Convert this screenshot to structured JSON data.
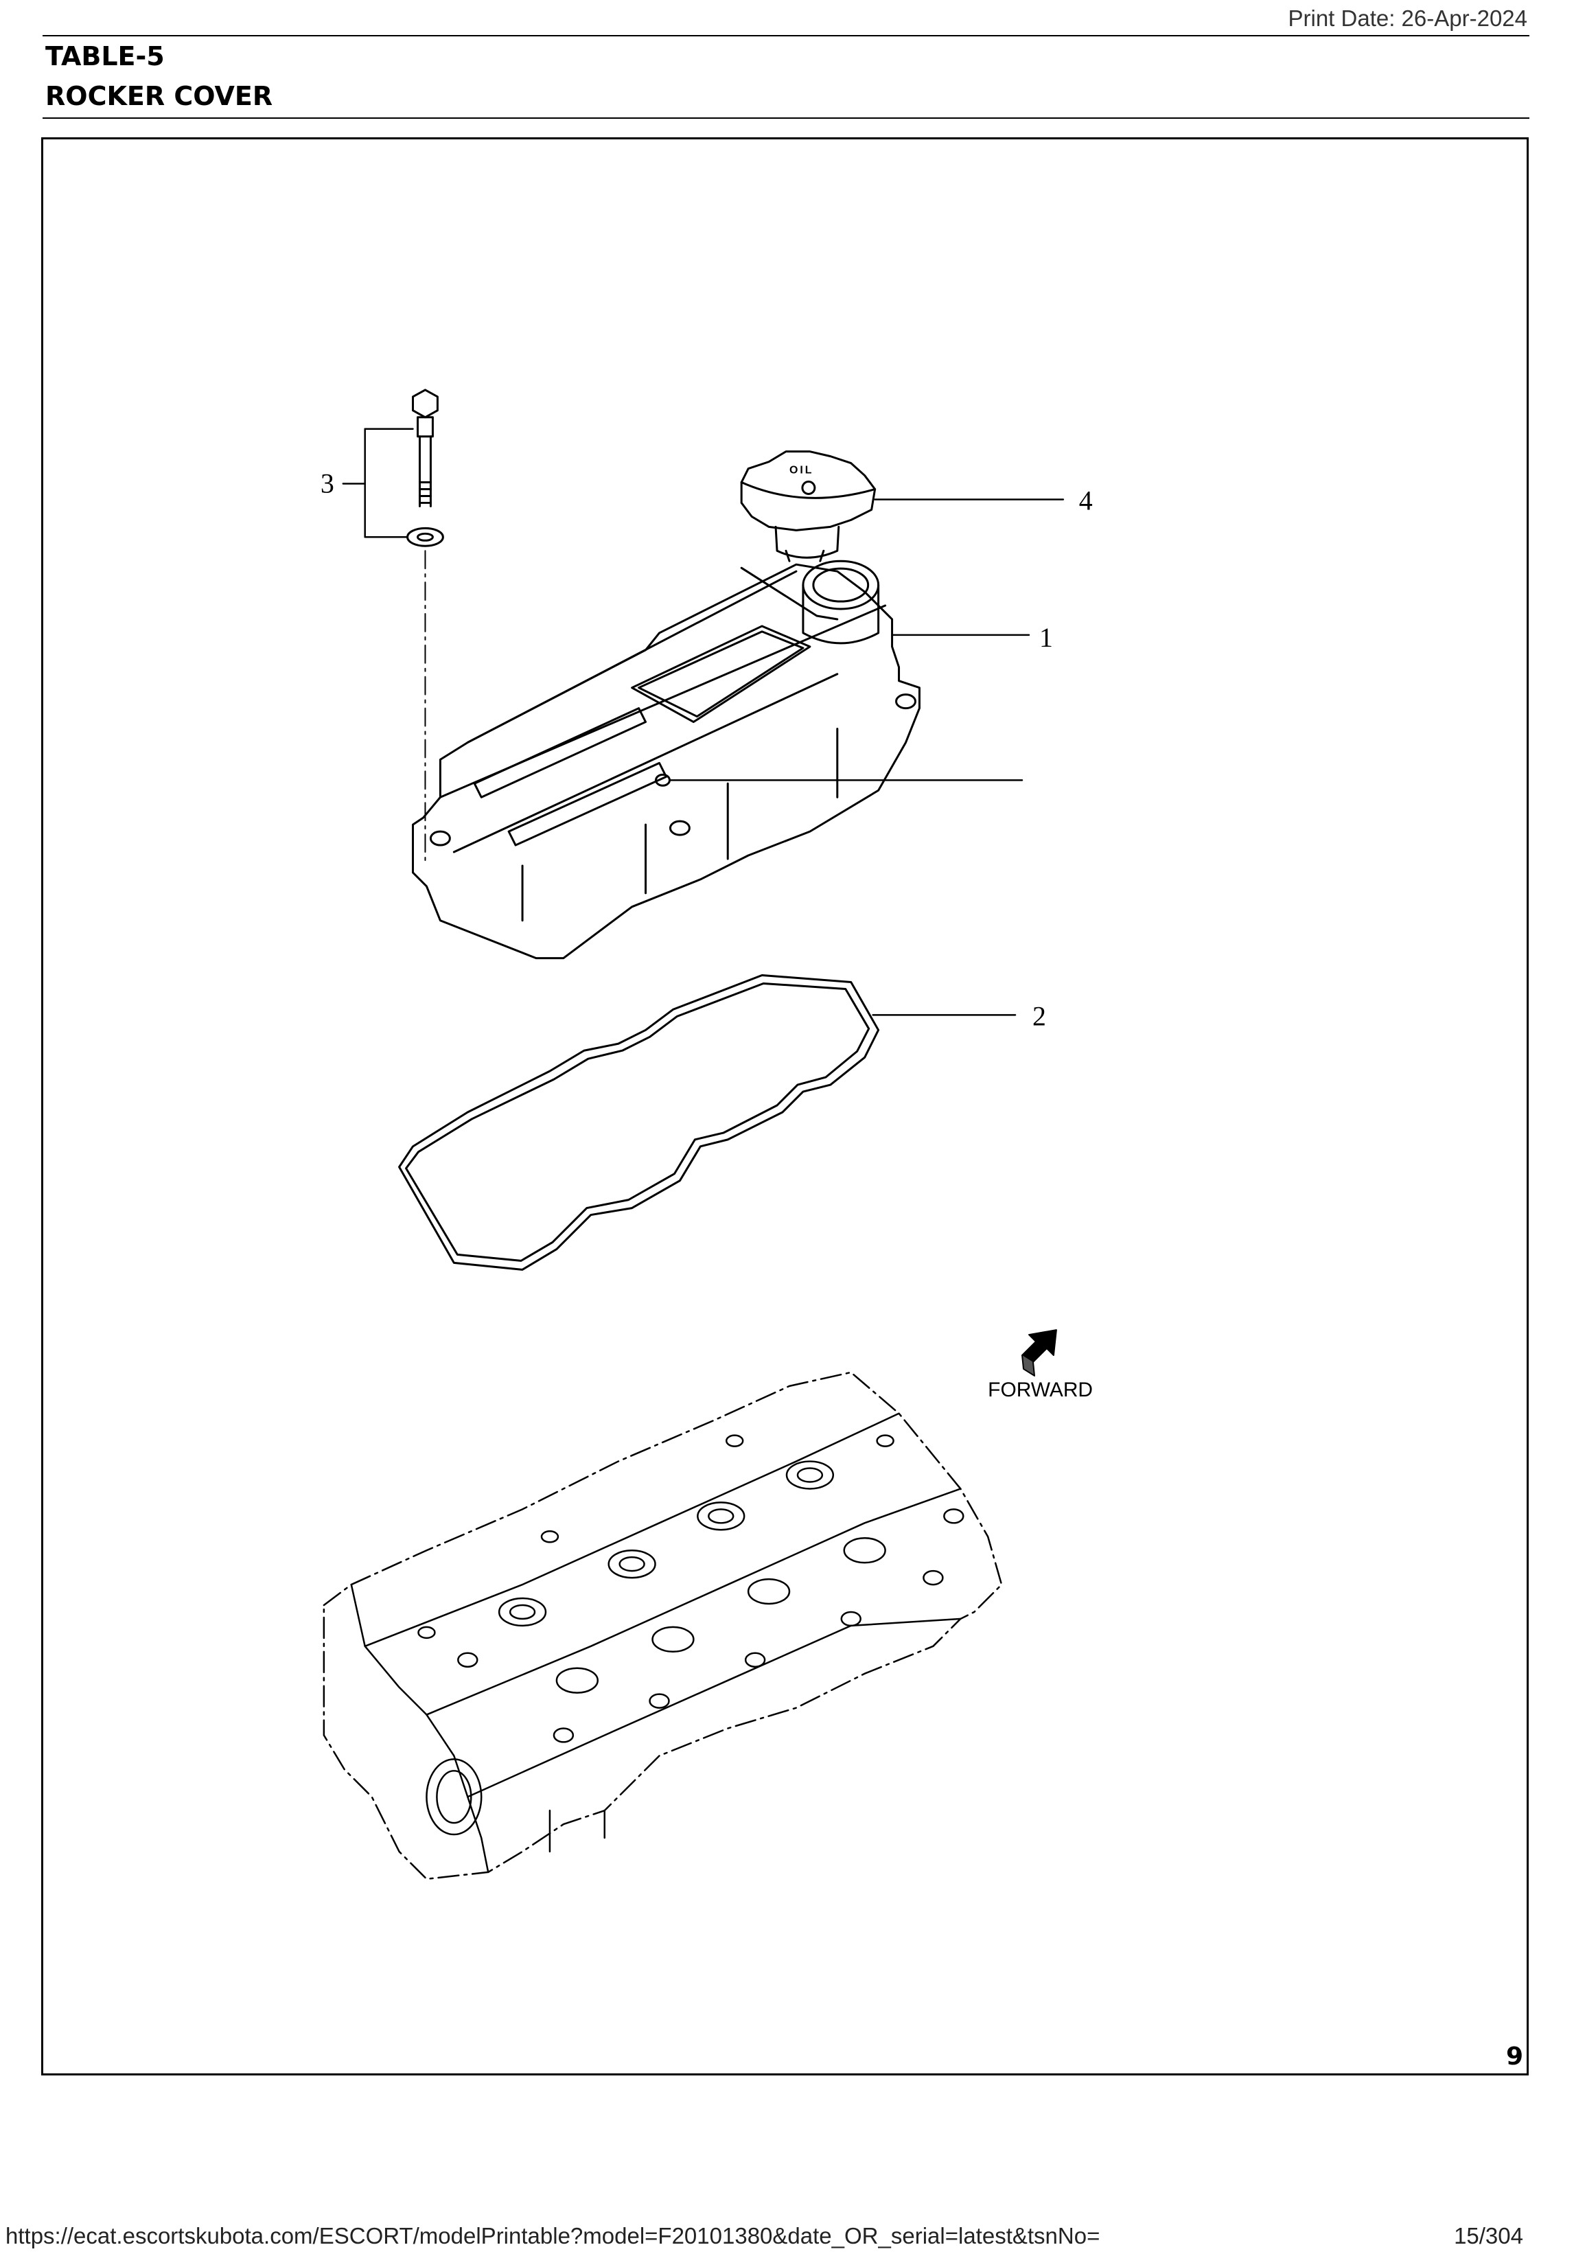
{
  "header": {
    "print_date": "Print Date: 26-Apr-2024",
    "table_number": "TABLE-5",
    "table_title": "ROCKER COVER"
  },
  "diagram": {
    "callouts": [
      "1",
      "2",
      "3",
      "4"
    ],
    "forward_label": "FORWARD",
    "cap_marking": "OIL"
  },
  "footer": {
    "page_number": "9",
    "url": "https://ecat.escortskubota.com/ESCORT/modelPrintable?model=F20101380&date_OR_serial=latest&tsnNo=",
    "sheet": "15/304"
  }
}
